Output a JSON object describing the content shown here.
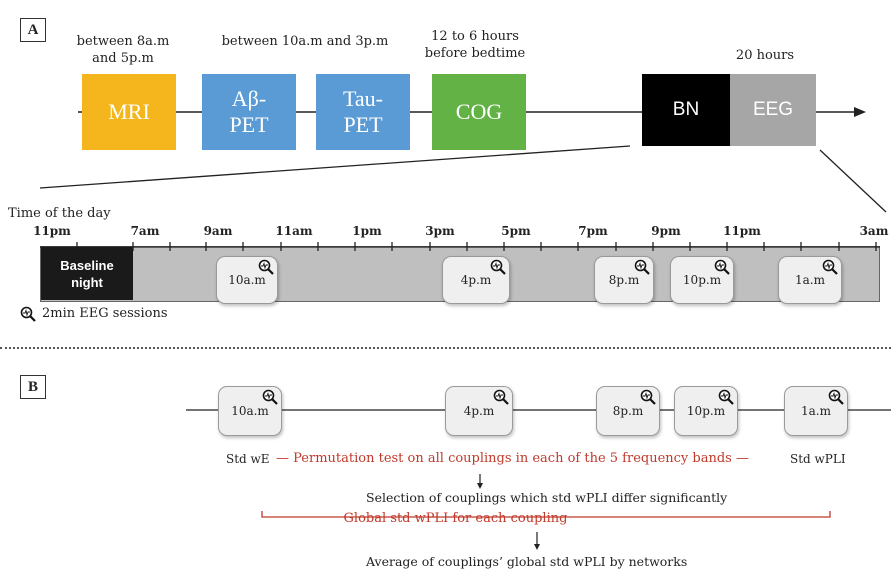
{
  "panel_a": {
    "label": "A",
    "annotations": {
      "mri_time": "between 8a.m\nand 5p.m",
      "pet_time": "between 10a.m and 3p.m",
      "cog_time": "12 to 6 hours\nbefore bedtime",
      "eeg_duration": "20 hours"
    },
    "blocks": {
      "mri": {
        "label": "MRI",
        "color": "#f5b51c"
      },
      "abeta": {
        "label": "Aβ-\nPET",
        "color": "#5b9bd5"
      },
      "tau": {
        "label": "Tau-\nPET",
        "color": "#5b9bd5"
      },
      "cog": {
        "label": "COG",
        "color": "#62b246"
      },
      "bn": {
        "label": "BN",
        "color": "#000000"
      },
      "eeg": {
        "label": "EEG",
        "color": "#a6a6a6"
      }
    },
    "timeline": {
      "heading": "Time of the day",
      "ticks": [
        "11pm",
        "7am",
        "9am",
        "11am",
        "1pm",
        "3pm",
        "5pm",
        "7pm",
        "9pm",
        "11pm",
        "3am"
      ],
      "baseline": "Baseline\nnight",
      "sessions": [
        "10a.m",
        "4p.m",
        "8p.m",
        "10p.m",
        "1a.m"
      ]
    },
    "legend": "2min EEG sessions"
  },
  "panel_b": {
    "label": "B",
    "sessions": [
      "10a.m",
      "4p.m",
      "8p.m",
      "10p.m",
      "1a.m"
    ],
    "std_left": "Std wE",
    "permutation": "— Permutation test  on all couplings in each of the 5 frequency bands —",
    "std_right": "Std wPLI",
    "selection": "Selection of couplings which std wPLI differ significantly",
    "global": "Global std wPLI for each coupling",
    "average": "Average  of couplings’ global std wPLI by networks"
  }
}
